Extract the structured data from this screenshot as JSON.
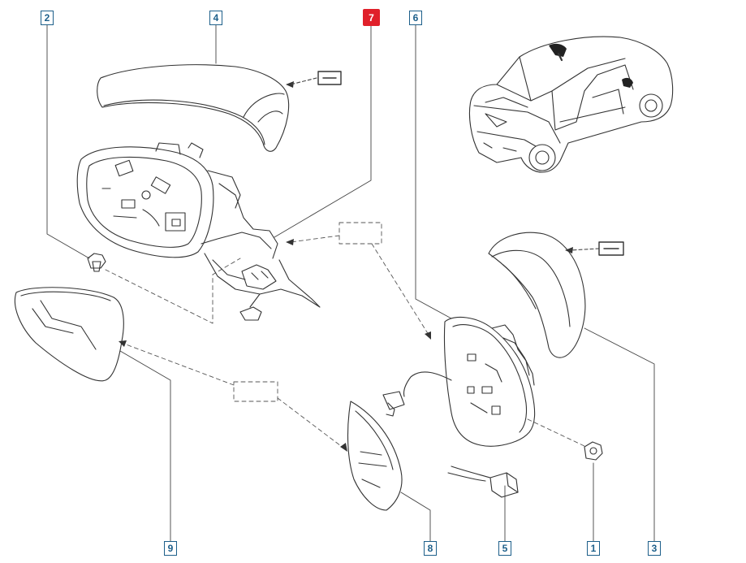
{
  "callouts": {
    "c1": "1",
    "c2": "2",
    "c3": "3",
    "c4": "4",
    "c5": "5",
    "c6": "6",
    "c7": "7",
    "c8": "8",
    "c9": "9"
  },
  "colors": {
    "callout_border": "#1d5f8a",
    "selected_callout": "#e0202a",
    "line": "#333333"
  },
  "selected_part": "7"
}
